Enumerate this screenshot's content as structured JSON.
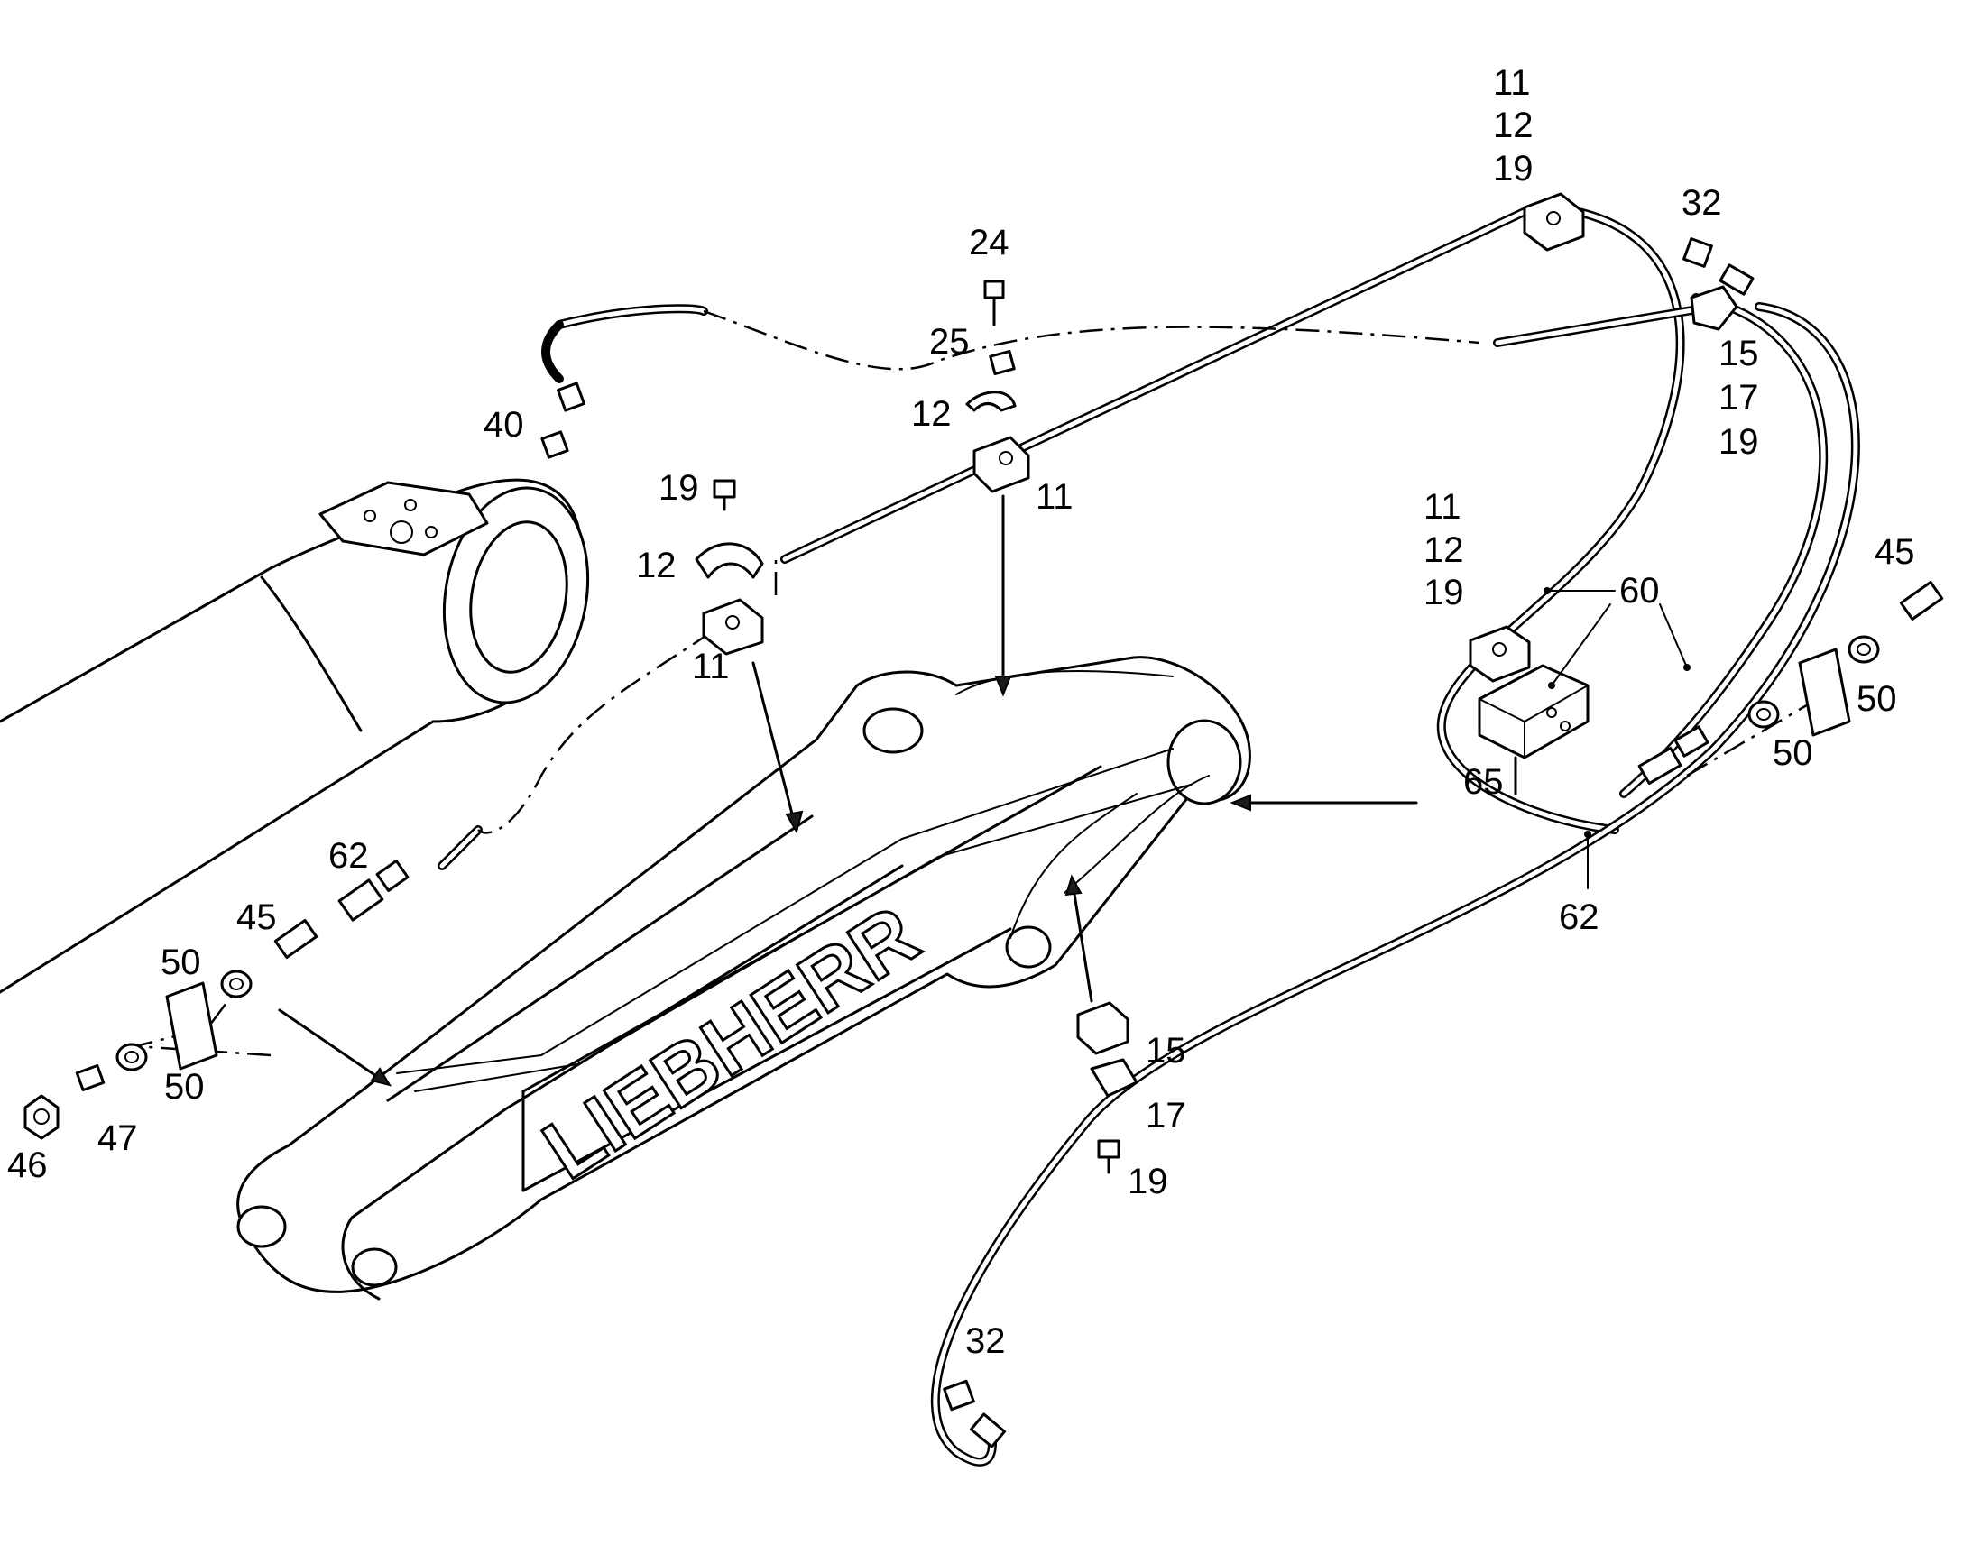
{
  "diagram": {
    "brand": "LIEBHERR",
    "callouts": {
      "c_11_12_19_top": [
        "11",
        "12",
        "19"
      ],
      "c_32_top": "32",
      "c_24": "24",
      "c_25": "25",
      "c_12_mid": "12",
      "c_40": "40",
      "c_19_mid": "19",
      "c_11_mid": "11",
      "c_15_17_19_right": [
        "15",
        "17",
        "19"
      ],
      "c_11_12_19_mid": [
        "11",
        "12",
        "19"
      ],
      "c_60": "60",
      "c_45_right": "45",
      "c_12_left": "12",
      "c_11_left": "11",
      "c_50_right_a": "50",
      "c_50_right_b": "50",
      "c_65": "65",
      "c_62_left": "62",
      "c_62_right": "62",
      "c_45_left": "45",
      "c_50_left_a": "50",
      "c_50_left_b": "50",
      "c_46": "46",
      "c_47": "47",
      "c_15_low": "15",
      "c_17_low": "17",
      "c_19_low": "19",
      "c_32_bottom": "32"
    }
  }
}
